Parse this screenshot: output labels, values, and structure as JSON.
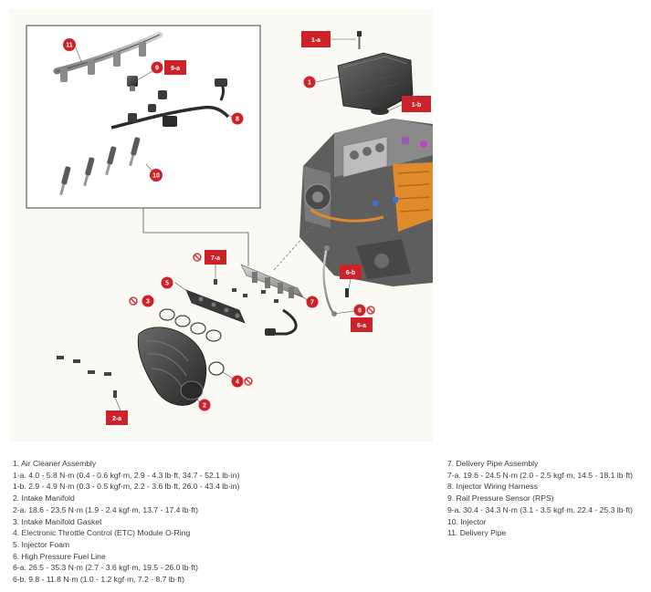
{
  "callouts": {
    "c1": "1",
    "c1a": "1-a",
    "c1b": "1-b",
    "c2": "2",
    "c2a": "2-a",
    "c3": "3",
    "c4": "4",
    "c5": "5",
    "c6": "6",
    "c6a": "6-a",
    "c6b": "6-b",
    "c7": "7",
    "c7a": "7-a",
    "c8": "8",
    "c9": "9",
    "c9a": "9-a",
    "c10": "10",
    "c11": "11"
  },
  "legend_left": [
    "1. Air Cleaner Assembly",
    "1-a. 4.0 - 5.8 N·m (0.4 - 0.6 kgf·m, 2.9 - 4.3 lb·ft, 34.7 - 52.1 lb·in)",
    "1-b. 2.9 - 4.9 N·m (0.3 - 0.5 kgf·m, 2.2 - 3.6 lb·ft, 26.0 - 43.4 lb·in)",
    "2. Intake Manifold",
    "2-a. 18.6 - 23.5 N·m (1.9 - 2.4 kgf·m, 13.7 - 17.4 lb·ft)",
    "3. Intake Manifold Gasket",
    "4. Electronic Throttle Control (ETC) Module O-Ring",
    "5. Injector Foam",
    "6. High Pressure Fuel Line",
    "6-a. 26.5 - 35.3 N·m (2.7 - 3.6 kgf·m, 19.5 - 26.0 lb·ft)",
    "6-b. 9.8 - 11.8 N·m (1.0 - 1.2 kgf·m, 7.2 - 8.7 lb·ft)"
  ],
  "legend_right": [
    "7. Delivery Pipe Assembly",
    "7-a. 19.6 - 24.5 N·m (2.0 - 2.5 kgf·m, 14.5 - 18.1 lb·ft)",
    "8. Injector Wiring Harness",
    "9. Rail Pressure Sensor (RPS)",
    "9-a. 30.4 - 34.3 N·m (3.1 - 3.5 kgf·m, 22.4 - 25.3 lb·ft)",
    "10. Injector",
    "11. Delivery Pipe"
  ],
  "colors": {
    "callout_red": "#cc2229",
    "figure_bg": "#fbf9f4",
    "part_dark": "#3b3b3b",
    "engine_orange": "#e08a2c"
  }
}
